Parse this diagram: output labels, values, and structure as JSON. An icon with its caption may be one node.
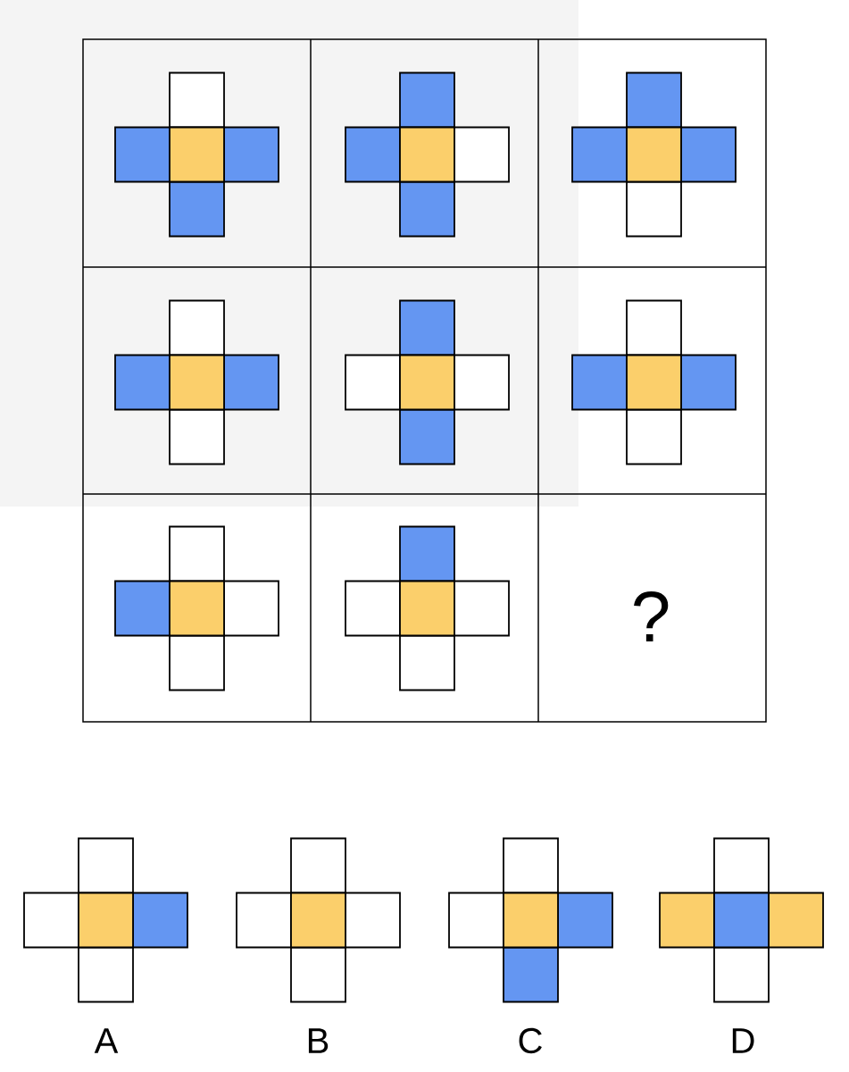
{
  "diagram": {
    "labels": [
      "?",
      "A",
      "B",
      "C",
      "D"
    ]
  }
}
